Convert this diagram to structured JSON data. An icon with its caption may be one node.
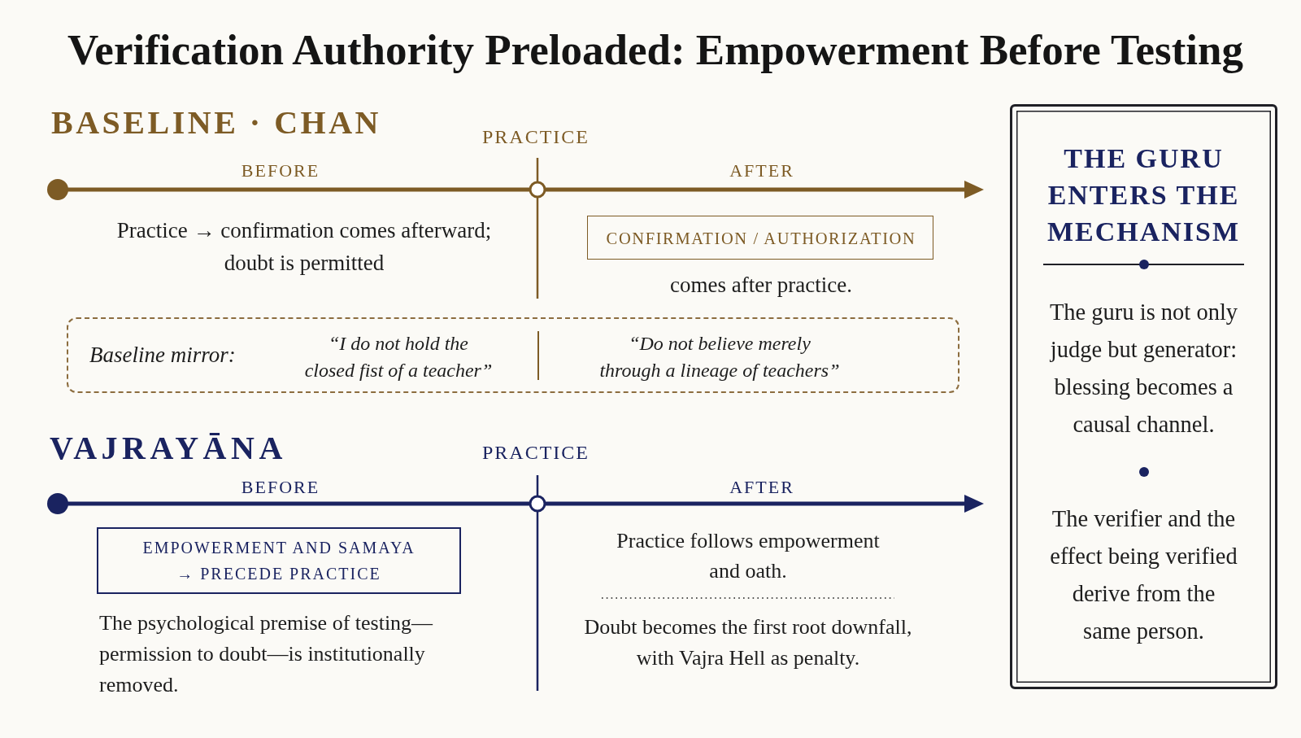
{
  "diagram": {
    "title": "Verification Authority Preloaded: Empowerment Before Testing",
    "nodes": [
      {
        "text": [
          "CONFIRMATION / AUTHORIZATION"
        ],
        "beside": [
          "comes after practice."
        ]
      },
      {
        "text": [
          "Baseline mirror:",
          "“I do not hold the closed fist of a teacher”",
          "“Do not believe merely through a lineage of teachers”"
        ]
      },
      {
        "text": [
          "EMPOWERMENT AND SAMAYA → PRECEDE PRACTICE"
        ]
      },
      {
        "text": [
          "THE GURU ENTERS THE MECHANISM",
          "The guru is not only judge but generator: blessing becomes a causal channel.",
          "The verifier and the effect being verified derive from the same person."
        ]
      }
    ],
    "labels": [
      "BASELINE · CHAN",
      "PRACTICE",
      "BEFORE",
      "AFTER",
      "Practice → confirmation comes afterward; doubt is permitted",
      "VAJRAYĀNA",
      "PRACTICE",
      "BEFORE",
      "AFTER",
      "Practice follows empowerment and oath.",
      "The psychological premise of testing—permission to doubt—is institutionally removed.",
      "Doubt becomes the first root downfall, with Vajra Hell as penalty."
    ]
  }
}
